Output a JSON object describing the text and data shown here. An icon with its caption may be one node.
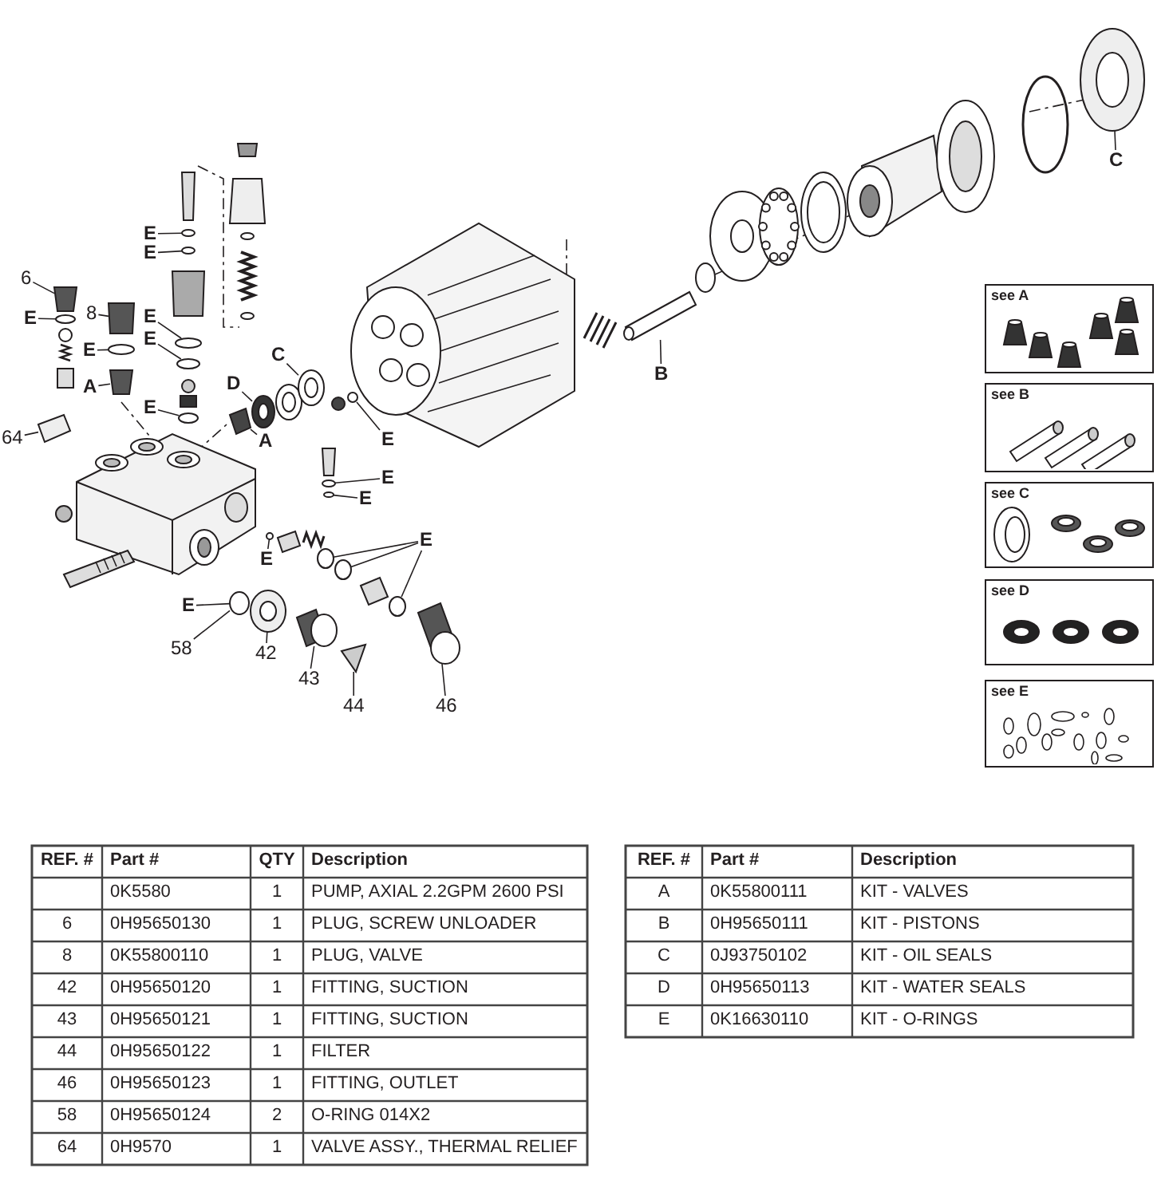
{
  "diagram": {
    "nodes": [
      {
        "text": [
          "C"
        ]
      },
      {
        "text": [
          "E"
        ]
      },
      {
        "text": [
          "E"
        ]
      },
      {
        "text": [
          "6"
        ]
      },
      {
        "text": [
          "E"
        ]
      },
      {
        "text": [
          "8"
        ]
      },
      {
        "text": [
          "E"
        ]
      },
      {
        "text": [
          "E"
        ]
      },
      {
        "text": [
          "E"
        ]
      },
      {
        "text": [
          "C"
        ]
      },
      {
        "text": [
          "B"
        ]
      },
      {
        "text": [
          "D"
        ]
      },
      {
        "text": [
          "A"
        ]
      },
      {
        "text": [
          "E"
        ]
      },
      {
        "text": [
          "E"
        ]
      },
      {
        "text": [
          "64"
        ]
      },
      {
        "text": [
          "A"
        ]
      },
      {
        "text": [
          "E"
        ]
      },
      {
        "text": [
          "E"
        ]
      },
      {
        "text": [
          "E"
        ]
      },
      {
        "text": [
          "E"
        ]
      },
      {
        "text": [
          "E"
        ]
      },
      {
        "text": [
          "58"
        ]
      },
      {
        "text": [
          "42"
        ]
      },
      {
        "text": [
          "43"
        ]
      },
      {
        "text": [
          "44"
        ]
      },
      {
        "text": [
          "46"
        ]
      },
      {
        "text": [
          "see A"
        ]
      },
      {
        "text": [
          "see B"
        ]
      },
      {
        "text": [
          "see C"
        ]
      },
      {
        "text": [
          "see D"
        ]
      },
      {
        "text": [
          "see E"
        ]
      },
      {
        "text": [],
        "shape": "picture"
      },
      {
        "text": [],
        "shape": "circle"
      },
      {
        "text": [],
        "shape": "circle"
      },
      {
        "text": [],
        "shape": "box"
      },
      {
        "text": [],
        "shape": "circle"
      },
      {
        "text": [],
        "shape": "box"
      },
      {
        "text": [],
        "shape": "circle"
      },
      {
        "text": [],
        "shape": "circle"
      },
      {
        "text": [],
        "shape": "circle"
      },
      {
        "text": [],
        "shape": "picture"
      },
      {
        "text": [],
        "shape": "picture"
      },
      {
        "text": [],
        "shape": "picture"
      },
      {
        "text": [],
        "shape": "box"
      },
      {
        "text": [],
        "shape": "circle"
      },
      {
        "text": [],
        "shape": "circle"
      },
      {
        "text": [],
        "shape": "picture"
      },
      {
        "text": [],
        "shape": "picture"
      },
      {
        "text": [],
        "shape": "circle"
      },
      {
        "text": [],
        "shape": "circle"
      },
      {
        "text": [],
        "shape": "circle"
      },
      {
        "text": [],
        "shape": "circle"
      },
      {
        "text": [],
        "shape": "circle"
      },
      {
        "text": [],
        "shape": "circle"
      },
      {
        "text": [],
        "shape": "circle"
      },
      {
        "text": [],
        "shape": "picture"
      },
      {
        "text": [],
        "shape": "picture"
      },
      {
        "text": [],
        "shape": "picture"
      },
      {
        "text": [],
        "shape": "picture"
      }
    ],
    "edges": [
      {
        "from": 0,
        "to": 32,
        "arrow": "none"
      },
      {
        "from": 1,
        "to": 33,
        "arrow": "none"
      },
      {
        "from": 2,
        "to": 34,
        "arrow": "none"
      },
      {
        "from": 3,
        "to": 35,
        "arrow": "none"
      },
      {
        "from": 4,
        "to": 36,
        "arrow": "none"
      },
      {
        "from": 5,
        "to": 37,
        "arrow": "none"
      },
      {
        "from": 6,
        "to": 38,
        "arrow": "none"
      },
      {
        "from": 7,
        "to": 39,
        "arrow": "none"
      },
      {
        "from": 8,
        "to": 40,
        "arrow": "none"
      },
      {
        "from": 9,
        "to": 41,
        "arrow": "none"
      },
      {
        "from": 10,
        "to": 42,
        "arrow": "none"
      },
      {
        "from": 11,
        "to": 43,
        "arrow": "none"
      },
      {
        "from": 12,
        "to": 44,
        "arrow": "none"
      },
      {
        "from": 13,
        "to": 45,
        "arrow": "none"
      },
      {
        "from": 14,
        "to": 46,
        "arrow": "none"
      },
      {
        "from": 15,
        "to": 47,
        "arrow": "none"
      },
      {
        "from": 16,
        "to": 48,
        "arrow": "none"
      },
      {
        "from": 17,
        "to": 49,
        "arrow": "none"
      },
      {
        "from": 18,
        "to": 50,
        "arrow": "none"
      },
      {
        "from": 19,
        "to": 51,
        "arrow": "none"
      },
      {
        "from": 19,
        "to": 52,
        "arrow": "none"
      },
      {
        "from": 19,
        "to": 53,
        "arrow": "none"
      },
      {
        "from": 20,
        "to": 54,
        "arrow": "none"
      },
      {
        "from": 21,
        "to": 55,
        "arrow": "none"
      },
      {
        "from": 22,
        "to": 55,
        "arrow": "none"
      },
      {
        "from": 23,
        "to": 56,
        "arrow": "none"
      },
      {
        "from": 24,
        "to": 57,
        "arrow": "none"
      },
      {
        "from": 25,
        "to": 58,
        "arrow": "none"
      },
      {
        "from": 26,
        "to": 59,
        "arrow": "none"
      }
    ],
    "labels": [
      "REF. #",
      "Part #",
      "QTY",
      "Description",
      "0K5580",
      "1",
      "PUMP, AXIAL 2.2GPM 2600 PSI",
      "6",
      "0H95650130",
      "1",
      "PLUG, SCREW UNLOADER",
      "8",
      "0K55800110",
      "1",
      "PLUG, VALVE",
      "42",
      "0H95650120",
      "1",
      "FITTING, SUCTION",
      "43",
      "0H95650121",
      "1",
      "FITTING, SUCTION",
      "44",
      "0H95650122",
      "1",
      "FILTER",
      "46",
      "0H95650123",
      "1",
      "FITTING, OUTLET",
      "58",
      "0H95650124",
      "2",
      "O-RING 014X2",
      "64",
      "0H9570",
      "1",
      "VALVE ASSY., THERMAL RELIEF",
      "REF. #",
      "Part #",
      "Description",
      "A",
      "0K55800111",
      "KIT - VALVES",
      "B",
      "0H95650111",
      "KIT - PISTONS",
      "C",
      "0J93750102",
      "KIT - OIL SEALS",
      "D",
      "0H95650113",
      "KIT - WATER SEALS",
      "E",
      "0K16630110",
      "KIT - O-RINGS"
    ]
  }
}
